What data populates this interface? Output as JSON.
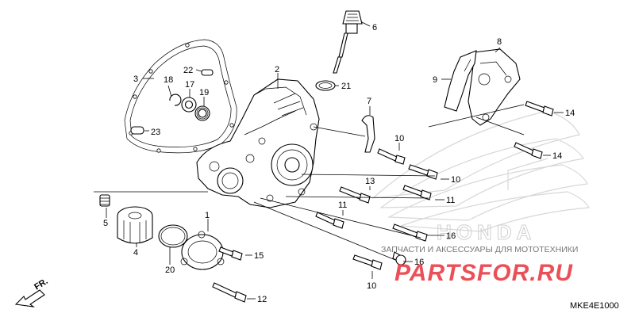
{
  "callouts": [
    {
      "id": "p1",
      "text": "1"
    },
    {
      "id": "p2",
      "text": "2"
    },
    {
      "id": "p3",
      "text": "3"
    },
    {
      "id": "p4",
      "text": "4"
    },
    {
      "id": "p5",
      "text": "5"
    },
    {
      "id": "p6",
      "text": "6"
    },
    {
      "id": "p7",
      "text": "7"
    },
    {
      "id": "p8",
      "text": "8"
    },
    {
      "id": "p9",
      "text": "9"
    },
    {
      "id": "p10a",
      "text": "10"
    },
    {
      "id": "p10b",
      "text": "10"
    },
    {
      "id": "p10c",
      "text": "10"
    },
    {
      "id": "p11a",
      "text": "11"
    },
    {
      "id": "p11b",
      "text": "11"
    },
    {
      "id": "p12",
      "text": "12"
    },
    {
      "id": "p13",
      "text": "13"
    },
    {
      "id": "p14a",
      "text": "14"
    },
    {
      "id": "p14b",
      "text": "14"
    },
    {
      "id": "p15",
      "text": "15"
    },
    {
      "id": "p16a",
      "text": "16"
    },
    {
      "id": "p16b",
      "text": "16"
    },
    {
      "id": "p17",
      "text": "17"
    },
    {
      "id": "p18",
      "text": "18"
    },
    {
      "id": "p19",
      "text": "19"
    },
    {
      "id": "p20",
      "text": "20"
    },
    {
      "id": "p21",
      "text": "21"
    },
    {
      "id": "p22",
      "text": "22"
    },
    {
      "id": "p23",
      "text": "23"
    }
  ],
  "direction_label": "FR.",
  "diagram_code": "MKE4E1000",
  "watermark": {
    "brand": "HONDA",
    "tagline": "ЗАПЧАСТИ И АКСЕССУАРЫ ДЛЯ МОТОТЕХНИКИ",
    "site": "PARTSFOR.RU",
    "accent_color": "#e8303a"
  }
}
